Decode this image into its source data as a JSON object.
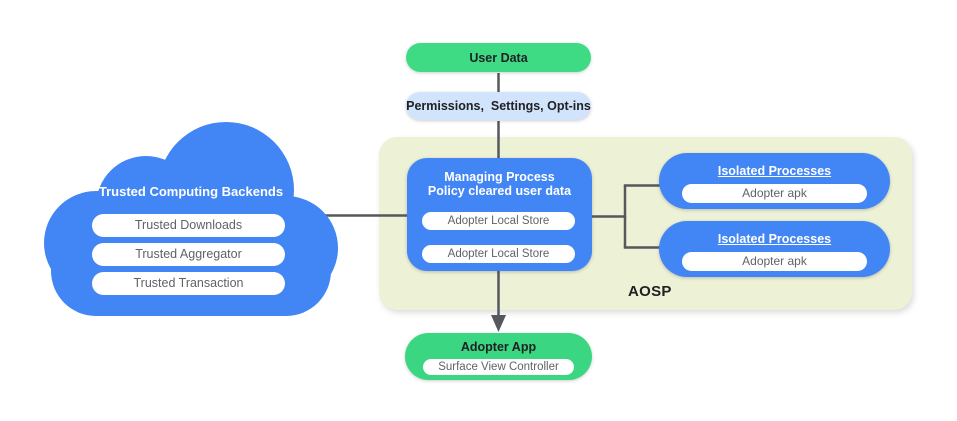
{
  "colors": {
    "node_blue": "#4285f4",
    "node_green": "#3edb84",
    "permissions_light_blue": "#d2e3fc",
    "aosp_background": "#edf1d6",
    "connector_line": "#55585c",
    "dark_text": "#202124",
    "pill_text": "#5f6368",
    "pill_background": "#ffffff"
  },
  "cloud": {
    "title": "Trusted Computing Backends",
    "items": [
      "Trusted Downloads",
      "Trusted Aggregator",
      "Trusted Transaction"
    ]
  },
  "flow": {
    "user_data": "User Data",
    "permissions": "Permissions,  Settings, Opt-ins",
    "adopter_app": {
      "title": "Adopter App",
      "item": "Surface View Controller"
    }
  },
  "aosp": {
    "label": "AOSP",
    "managing": {
      "title_line1": "Managing Process",
      "title_line2": "Policy cleared user data",
      "items": [
        "Adopter Local Store",
        "Adopter Local Store"
      ]
    },
    "isolated": [
      {
        "title": "Isolated Processes",
        "item": "Adopter apk"
      },
      {
        "title": "Isolated Processes",
        "item": "Adopter apk"
      }
    ]
  }
}
